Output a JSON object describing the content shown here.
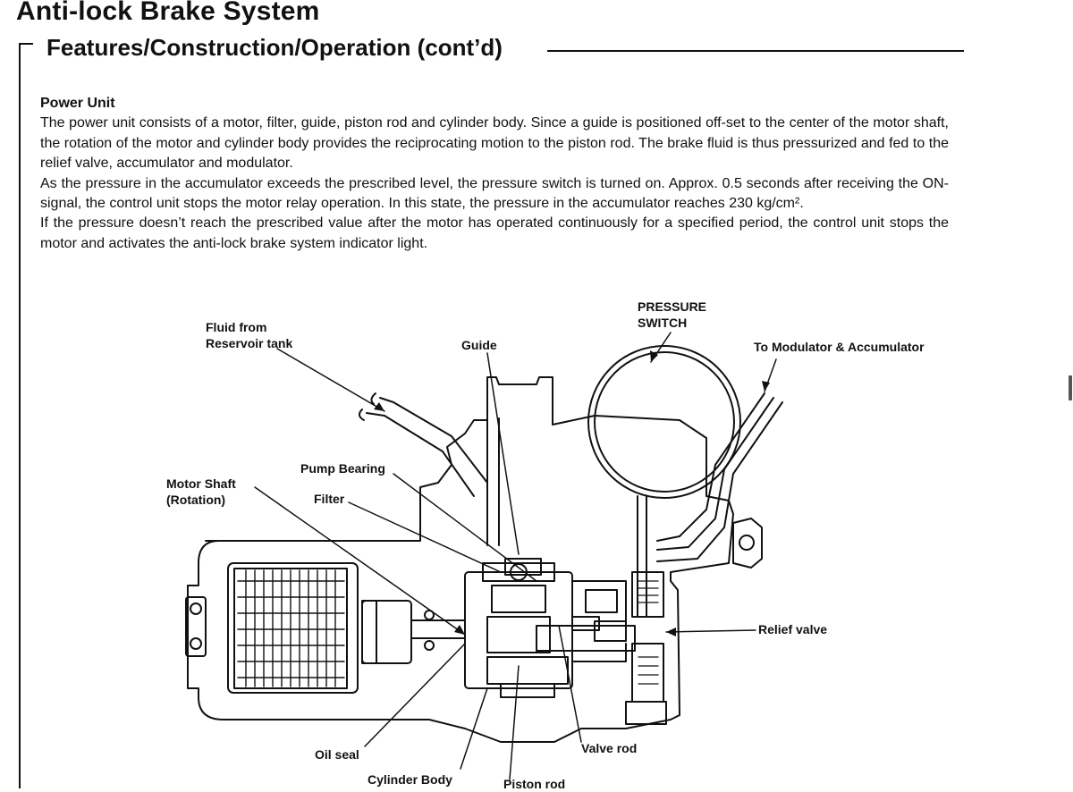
{
  "header": {
    "title": "Anti-lock Brake System",
    "section": "Features/Construction/Operation (cont’d)"
  },
  "body": {
    "subheading": "Power Unit",
    "paragraphs": [
      "The power unit consists of a motor, filter, guide, piston rod and cylinder body. Since a guide is positioned off-set to the center of the motor shaft, the rotation of the motor and cylinder body provides the reciprocating motion to the piston rod. The brake fluid is thus pressurized and fed to the relief valve, accumulator and modulator.",
      "As the pressure in the accumulator exceeds the prescribed level, the pressure switch is turned on. Approx. 0.5 seconds after receiving the ON-signal, the control unit stops the motor relay operation. In this state, the pressure in the accumulator reaches 230 kg/cm².",
      "If the pressure doesn’t reach the prescribed value after the motor has operated continuously for a specified period, the control unit stops the motor and activates the anti-lock brake system indicator light."
    ]
  },
  "diagram": {
    "labels": {
      "fluid_from_reservoir": "Fluid from\nReservoir tank",
      "guide": "Guide",
      "pressure_switch": "PRESSURE\nSWITCH",
      "to_modulator": "To Modulator & Accumulator",
      "pump_bearing": "Pump Bearing",
      "motor_shaft": "Motor Shaft\n(Rotation)",
      "filter": "Filter",
      "relief_valve": "Relief valve",
      "oil_seal": "Oil seal",
      "valve_rod": "Valve rod",
      "cylinder_body": "Cylinder Body",
      "piston_rod": "Piston rod"
    }
  }
}
